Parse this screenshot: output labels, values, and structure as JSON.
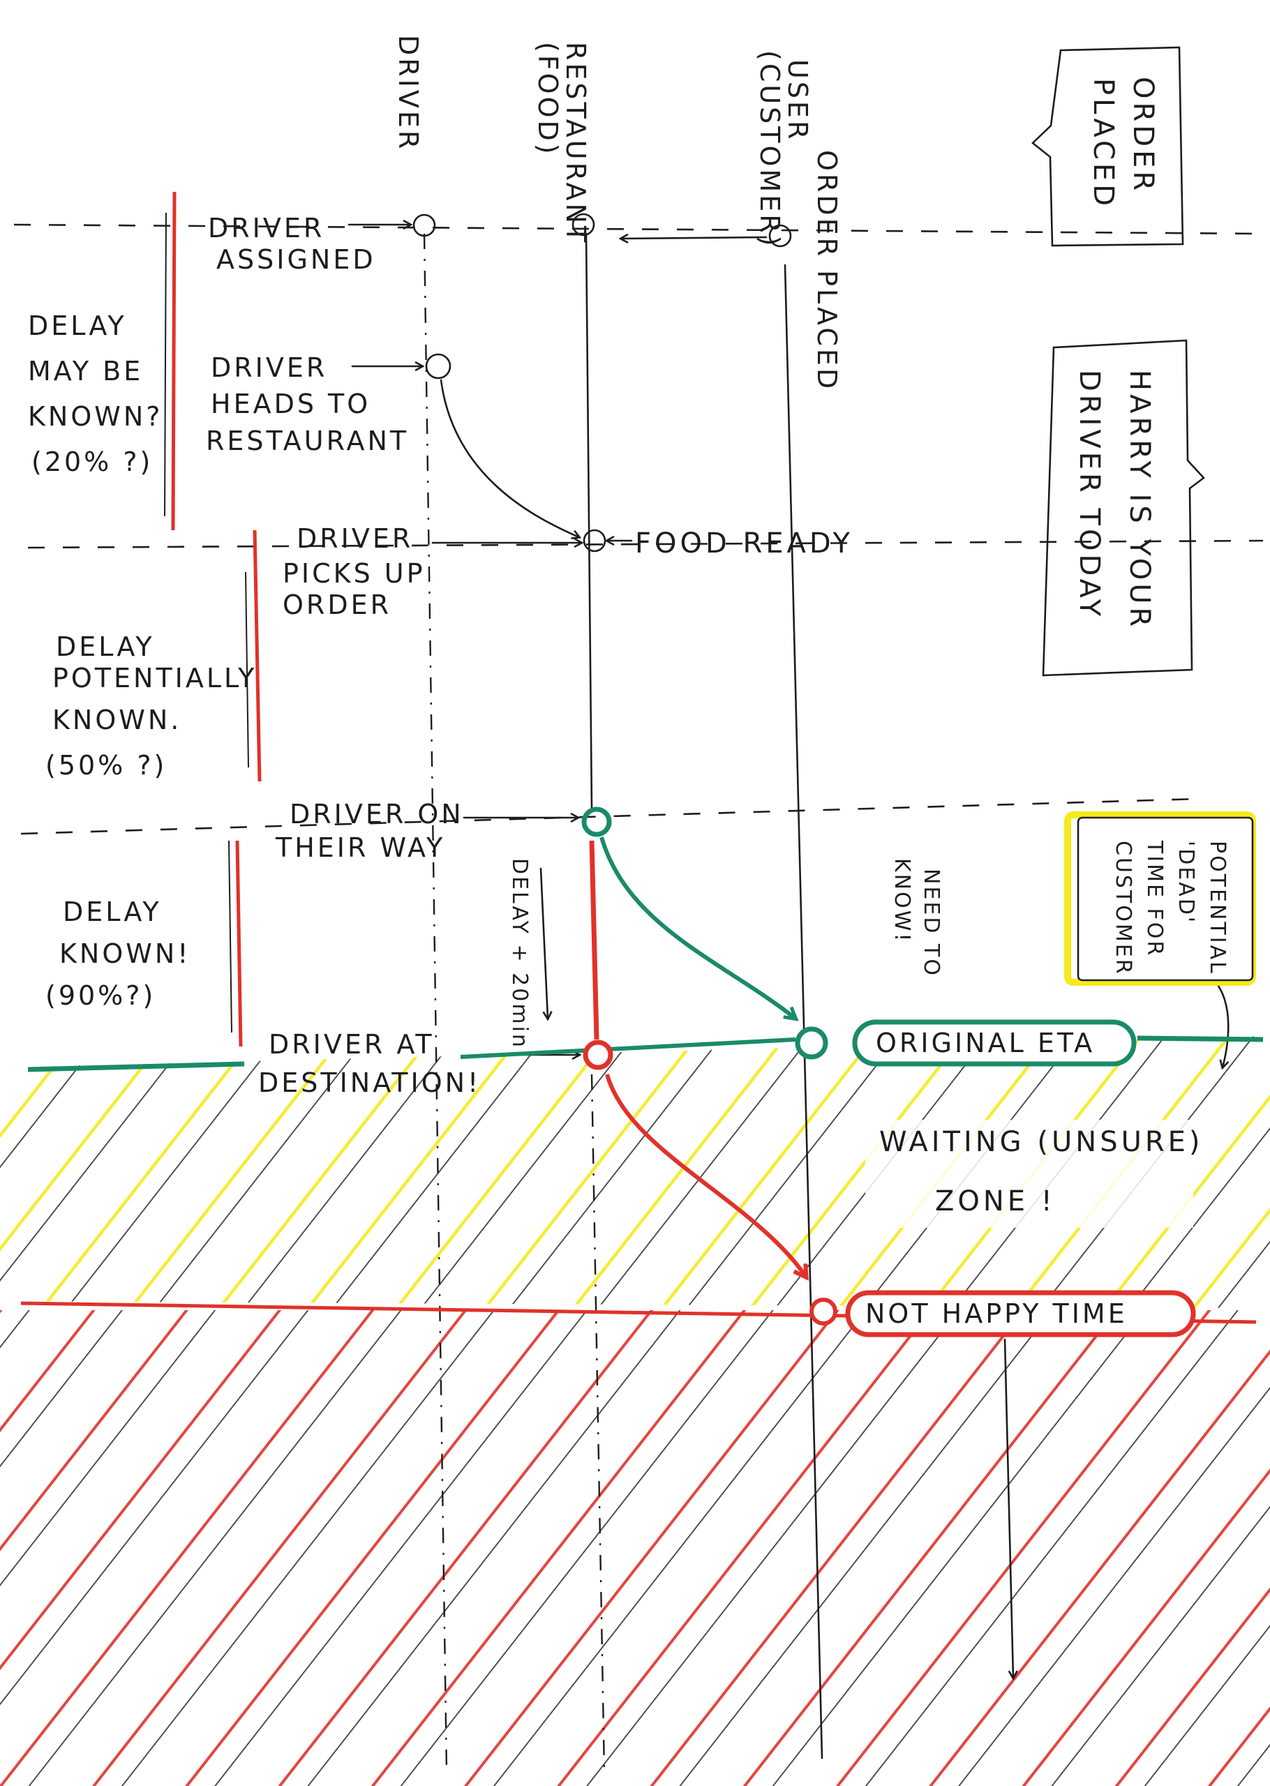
{
  "lanes": {
    "driver": "DRIVER",
    "restaurant": [
      "RESTAURANT",
      "(FOOD)"
    ],
    "user": [
      "USER",
      "(CUSTOMER)"
    ],
    "order_placed": "ORDER PLACED"
  },
  "events": {
    "driver_assigned": [
      "DRIVER",
      "ASSIGNED"
    ],
    "driver_heads": [
      "DRIVER",
      "HEADS TO",
      "RESTAURANT"
    ],
    "driver_picks_up": [
      "DRIVER",
      "PICKS UP",
      "ORDER"
    ],
    "food_ready": "FOOD READY",
    "driver_on_way": [
      "DRIVER ON",
      "THEIR WAY"
    ],
    "driver_at_destination": [
      "DRIVER AT",
      "DESTINATION!"
    ]
  },
  "delays": {
    "d1": [
      "DELAY",
      "MAY BE",
      "KNOWN?",
      "(20% ?)"
    ],
    "d2": [
      "DELAY",
      "POTENTIALLY",
      "KNOWN.",
      "(50% ?)"
    ],
    "d3": [
      "DELAY",
      "KNOWN!",
      "(90%?)"
    ]
  },
  "delay_note": "DELAY + 20min",
  "need_to_know": [
    "NEED TO",
    "KNOW!"
  ],
  "bubbles": {
    "order_placed": [
      "ORDER",
      "PLACED"
    ],
    "harry": [
      "HARRY IS YOUR",
      "DRIVER TODAY"
    ],
    "dead_time": [
      "POTENTIAL",
      "'DEAD'",
      "TIME FOR",
      "CUSTOMER"
    ]
  },
  "markers": {
    "original_eta": "ORIGINAL ETA",
    "not_happy_time": "NOT HAPPY TIME"
  },
  "zones": {
    "waiting": [
      "WAITING (UNSURE)",
      "ZONE !"
    ]
  },
  "colors": {
    "ink": "#1d1d1d",
    "green": "#1a8a6a",
    "red": "#e0322a",
    "yellow": "#f4ea1c"
  }
}
